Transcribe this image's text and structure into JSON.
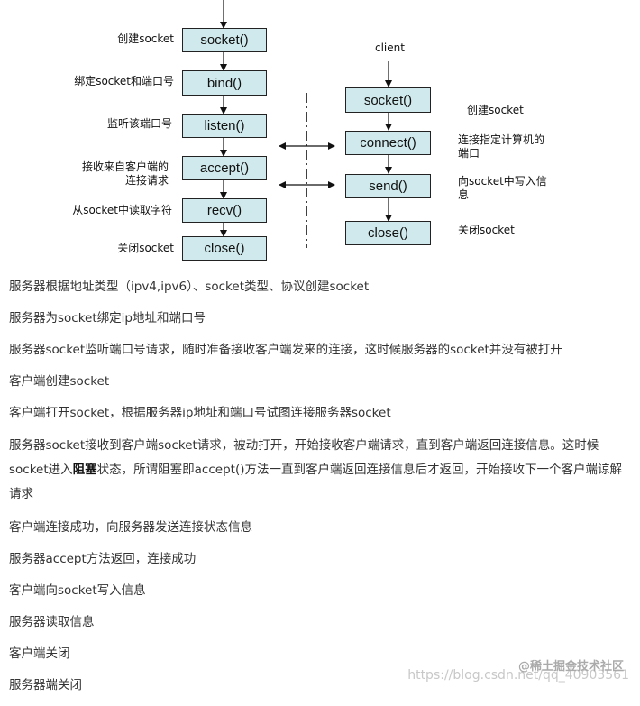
{
  "server": {
    "boxes": [
      "socket()",
      "bind()",
      "listen()",
      "accept()",
      "recv()",
      "close()"
    ],
    "labels": [
      "创建socket",
      "绑定socket和端口号",
      "监听该端口号",
      "接收来自客户端的",
      "连接请求",
      "从socket中读取字符",
      "关闭socket"
    ]
  },
  "client": {
    "title": "client",
    "boxes": [
      "socket()",
      "connect()",
      "send()",
      "close()"
    ],
    "labels": [
      "创建socket",
      "连接指定计算机的",
      "端口",
      "向socket中写入信",
      "息",
      "关闭socket"
    ]
  },
  "steps": [
    "服务器根据地址类型（ipv4,ipv6）、socket类型、协议创建socket",
    "服务器为socket绑定ip地址和端口号",
    "服务器socket监听端口号请求，随时准备接收客户端发来的连接，这时候服务器的socket并没有被打开",
    "客户端创建socket",
    "客户端打开socket，根据服务器ip地址和端口号试图连接服务器socket"
  ],
  "step6": {
    "part1": "服务器socket接收到客户端socket请求，被动打开，开始接收客户端请求，直到客户端返回连接信息。这时候socket进入",
    "bold": "阻塞",
    "part2": "状态，所谓阻塞即accept()方法一直到客户端返回连接信息后才返回，开始接收下一个客户端谅解请求"
  },
  "steps_after": [
    "客户端连接成功，向服务器发送连接状态信息",
    "服务器accept方法返回，连接成功",
    "客户端向socket写入信息",
    "服务器读取信息",
    "客户端关闭",
    "服务器端关闭"
  ],
  "watermark": {
    "brand": "@稀土掘金技术社区",
    "url": "https://blog.csdn.net/qq_40903561"
  }
}
